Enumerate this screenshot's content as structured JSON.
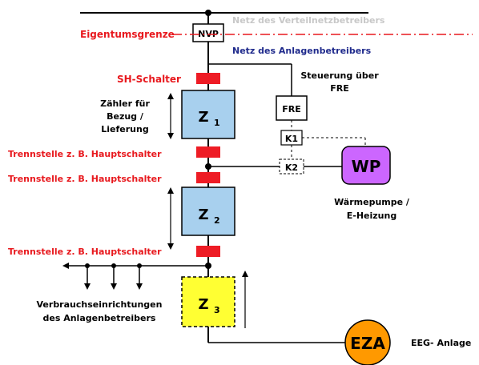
{
  "labels": {
    "netz_verteil": "Netz des Verteilnetzbetreibers",
    "eigentumsgrenze": "Eigentumsgrenze",
    "nvp": "NVP",
    "netz_anlagen": "Netz des Anlagenbetreibers",
    "sh_schalter": "SH-Schalter",
    "steuerung_line1": "Steuerung über",
    "steuerung_line2": "FRE",
    "fre": "FRE",
    "zaehler_line1": "Zähler für",
    "zaehler_line2": "Bezug /",
    "zaehler_line3": "Lieferung",
    "k1": "K1",
    "k2": "K2",
    "wp": "WP",
    "trenn_1": "Trennstelle z. B. Hauptschalter",
    "trenn_2": "Trennstelle z. B. Hauptschalter",
    "trenn_3": "Trennstelle z. B. Hauptschalter",
    "waermepumpe_line1": "Wärmepumpe /",
    "waermepumpe_line2": "E-Heizung",
    "z1_main": "Z",
    "z1_sub": "1",
    "z2_main": "Z",
    "z2_sub": "2",
    "z3_main": "Z",
    "z3_sub": "3",
    "verbrauch_line1": "Verbrauchseinrichtungen",
    "verbrauch_line2": "des Anlagenbetreibers",
    "eza": "EZA",
    "eeg": "EEG- Anlage"
  },
  "colors": {
    "line": "#000000",
    "red_label": "#e8191e",
    "blue_label": "#1f2a8c",
    "grey_label": "#c8c8c8",
    "switch_red": "#ee1c25",
    "meter_blue": "#a8d0ee",
    "meter_yellow": "#ffff33",
    "wp_purple": "#cc66ff",
    "eza_orange": "#ff9900"
  }
}
